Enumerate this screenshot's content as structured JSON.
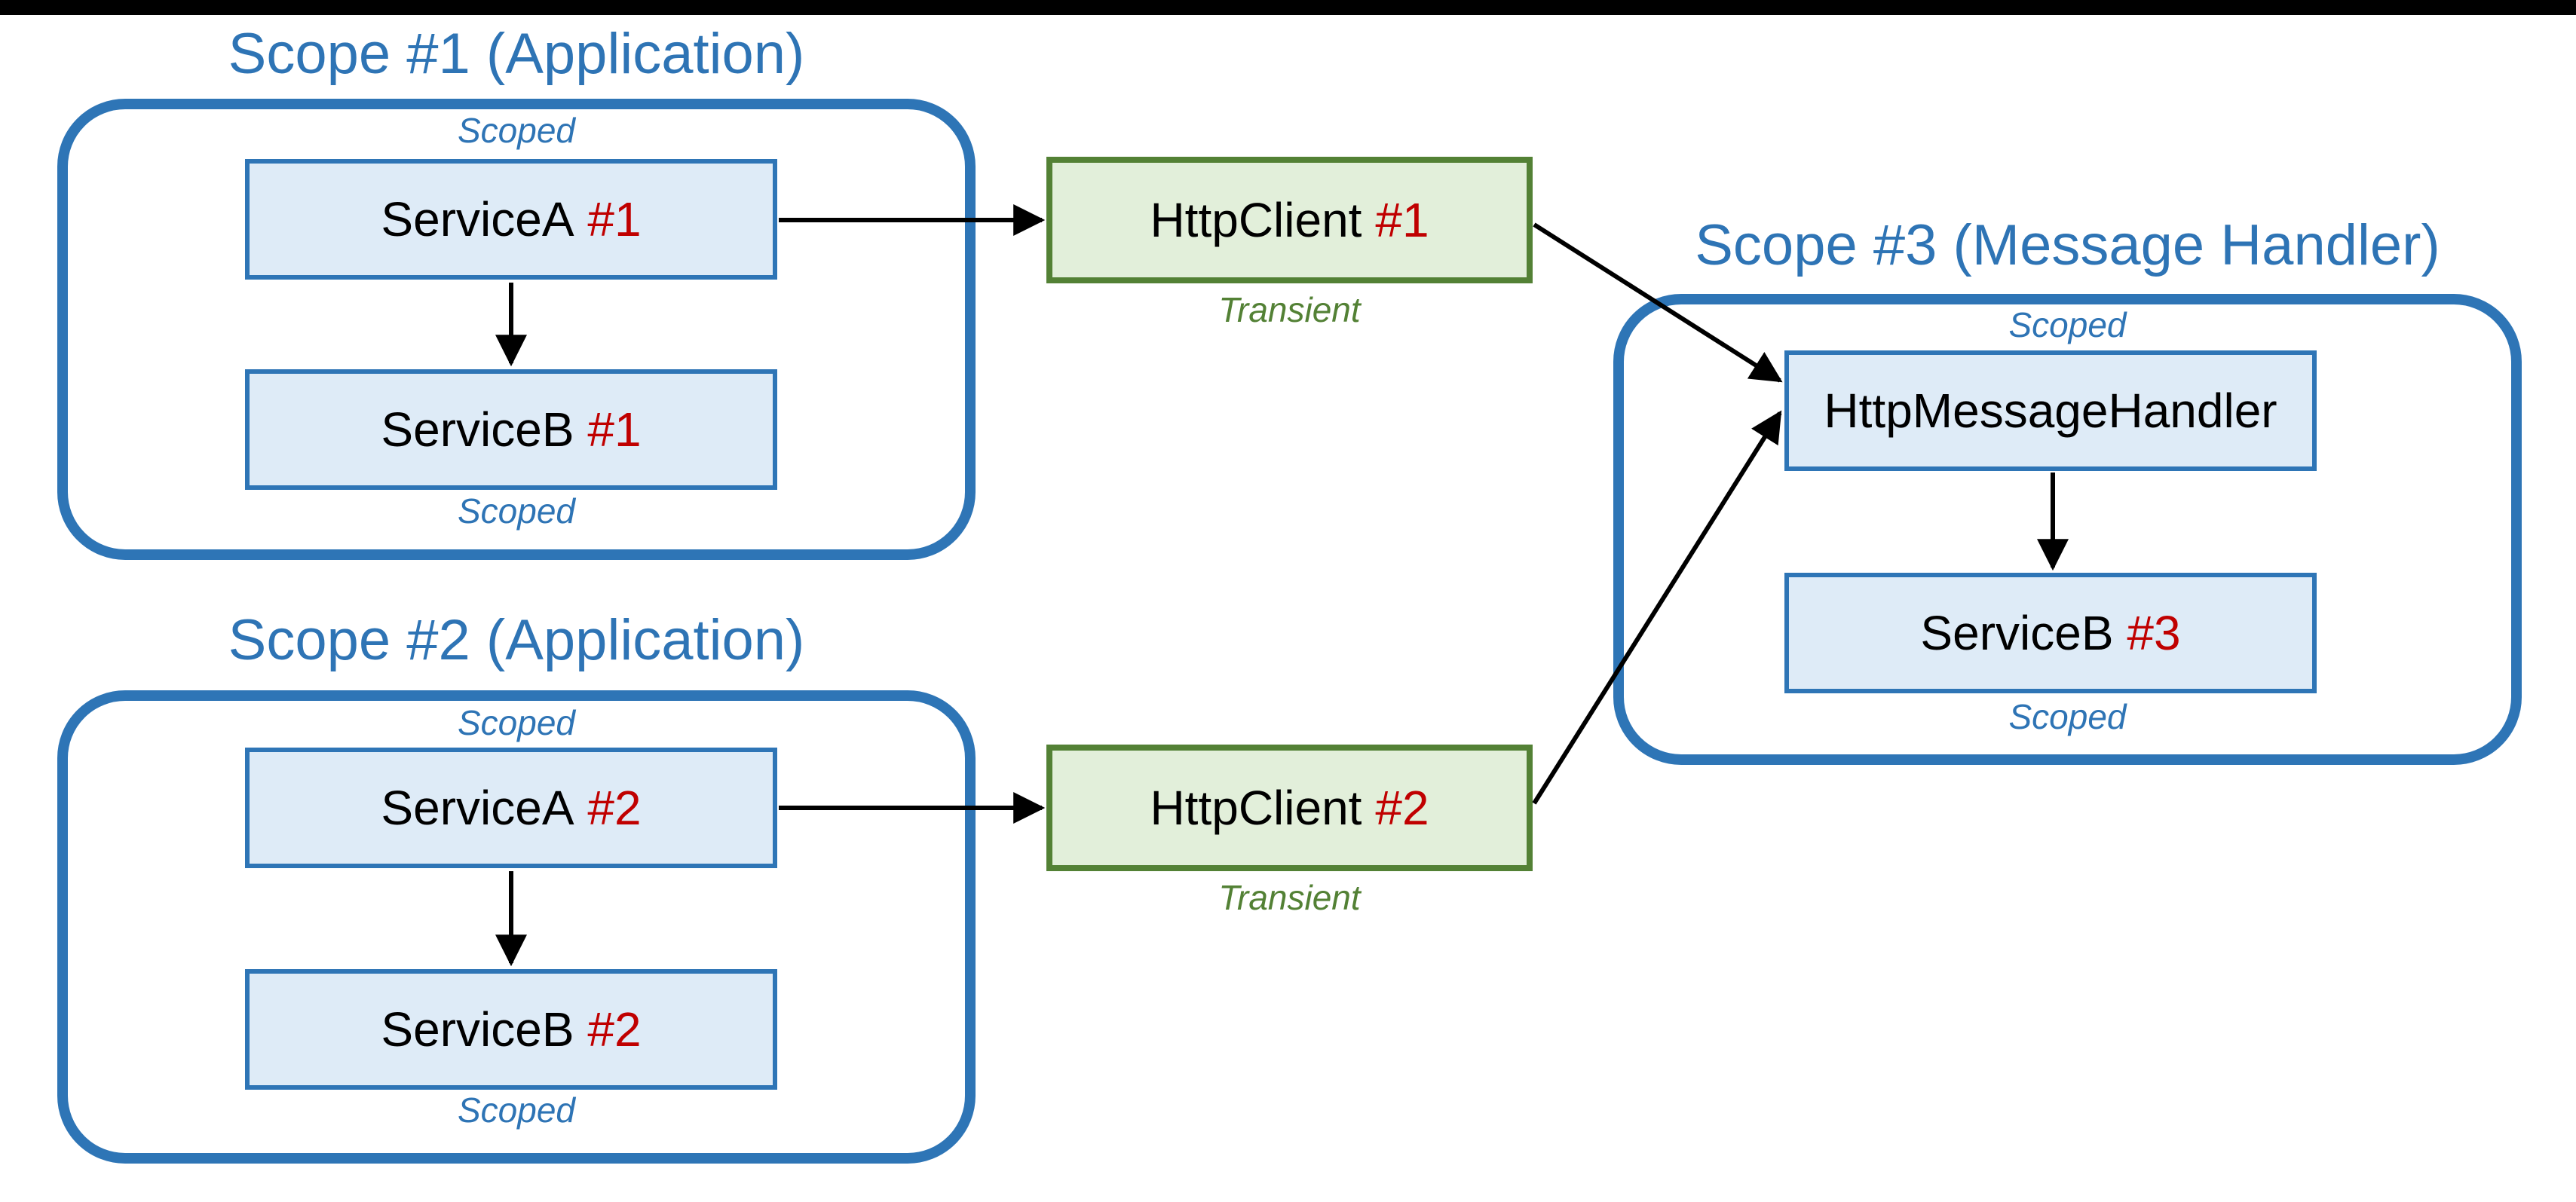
{
  "diagram": {
    "description": "HttpClient dependency-injection scopes diagram"
  },
  "colors": {
    "scope_border_blue": "#2E75B6",
    "scope_title_blue": "#2E74B5",
    "service_box_fill": "#DEEBF7",
    "service_box_border": "#2E75B6",
    "client_box_fill": "#E2EFDA",
    "client_box_border": "#538135",
    "transient_text_green": "#538135",
    "instance_red": "#C00000",
    "arrow_black": "#000000",
    "top_bar_black": "#000000"
  },
  "scopes": [
    {
      "title": "Scope #1 (Application)",
      "top_label": "Scoped",
      "bottom_label": "Scoped",
      "boxes": [
        {
          "name": "ServiceA",
          "instance": "#1"
        },
        {
          "name": "ServiceB",
          "instance": "#1"
        }
      ]
    },
    {
      "title": "Scope #2 (Application)",
      "top_label": "Scoped",
      "bottom_label": "Scoped",
      "boxes": [
        {
          "name": "ServiceA",
          "instance": "#2"
        },
        {
          "name": "ServiceB",
          "instance": "#2"
        }
      ]
    },
    {
      "title": "Scope #3 (Message Handler)",
      "top_label": "Scoped",
      "bottom_label": "Scoped",
      "boxes": [
        {
          "name": "HttpMessageHandler",
          "instance": ""
        },
        {
          "name": "ServiceB",
          "instance": "#3"
        }
      ]
    }
  ],
  "clients": [
    {
      "name": "HttpClient",
      "instance": "#1",
      "lifetime": "Transient"
    },
    {
      "name": "HttpClient",
      "instance": "#2",
      "lifetime": "Transient"
    }
  ]
}
